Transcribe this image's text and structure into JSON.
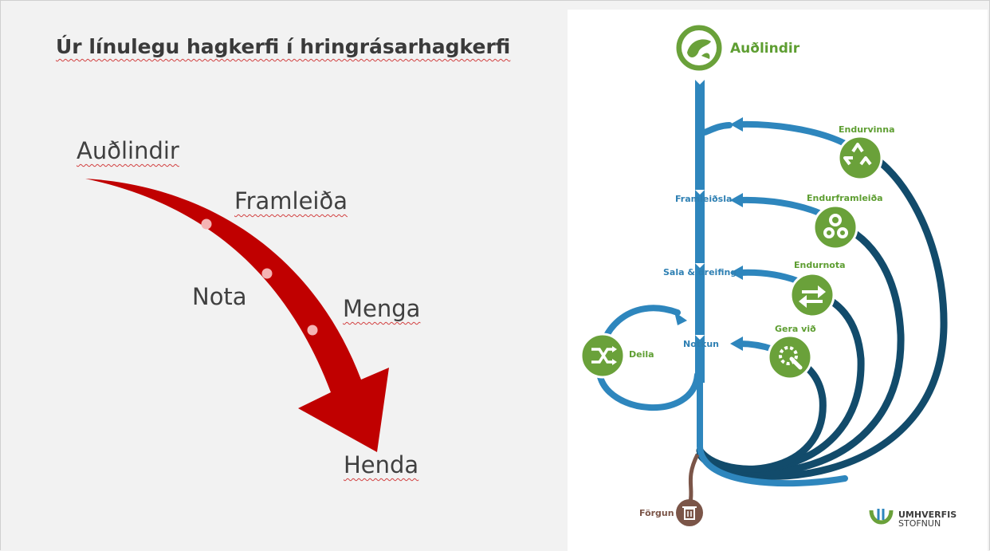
{
  "slide": {
    "title": "Úr línulegu hagkerfi í hringrásarhagkerfi"
  },
  "linear": {
    "words": {
      "resources": "Auðlindir",
      "produce": "Framleiða",
      "use": "Nota",
      "pollute": "Menga",
      "discard": "Henda"
    },
    "arrow_color": "#c00000",
    "dot_color": "#f4b4b4"
  },
  "circular": {
    "top_label": "Auðlindir",
    "stages": {
      "production": "Framleiðsla",
      "sales": "Sala & dreifing",
      "use": "Notkun",
      "disposal": "Förgun"
    },
    "loops": {
      "recycle": "Endurvinna",
      "remanufacture": "Endurframleiða",
      "reuse": "Endurnota",
      "repair": "Gera við",
      "share": "Deila"
    },
    "colors": {
      "light_blue": "#2e86bd",
      "dark_blue": "#124b6b",
      "green": "#6aa13a",
      "brown": "#7b5548"
    }
  },
  "logo": {
    "line1": "UMHVERFIS",
    "line2": "STOFNUN"
  }
}
